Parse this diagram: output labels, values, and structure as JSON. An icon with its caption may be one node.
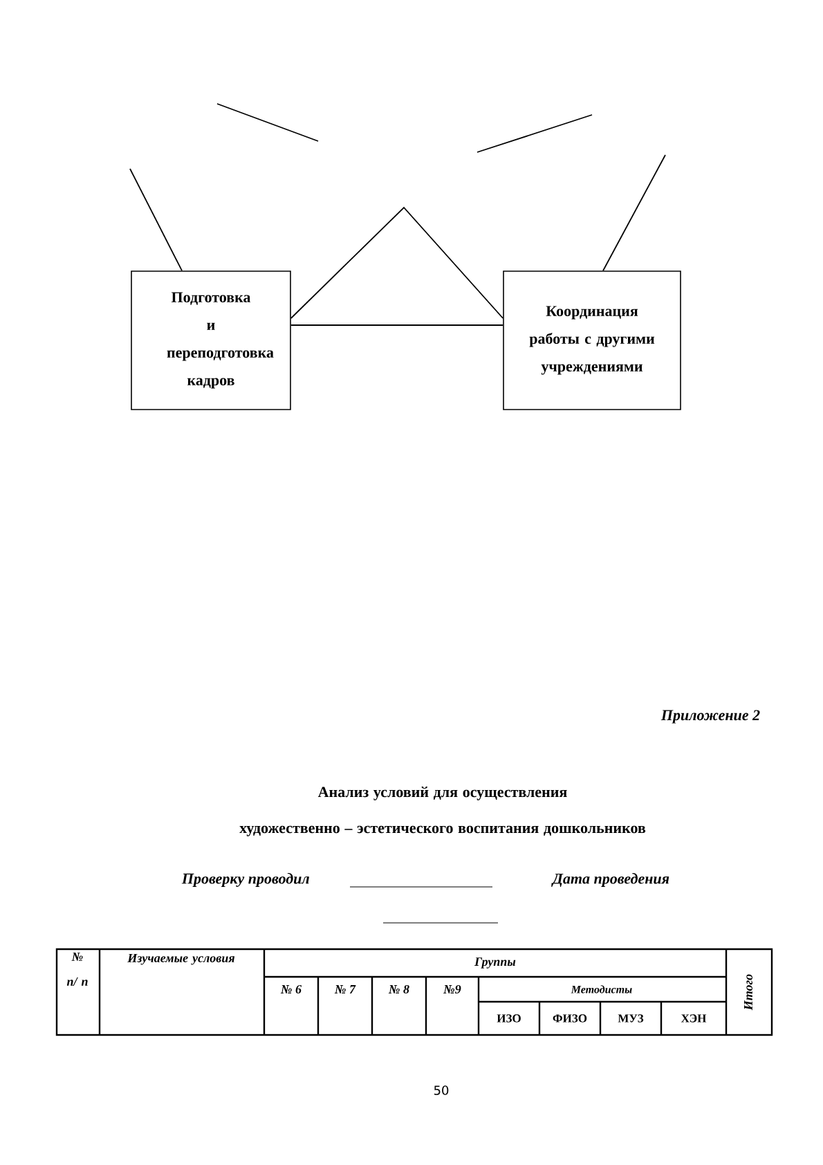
{
  "diagram": {
    "title": "Анализ условий для осуществления художественно – эстетического воспитания дошкольников",
    "nodes": [
      {
        "text": [
          "Подготовка и переподготовка кадров"
        ]
      },
      {
        "text": [
          "Координация работы с другими учреждениями"
        ]
      }
    ],
    "edges": [
      {
        "from": 0,
        "to": 1,
        "arrow": "none"
      },
      {
        "from": 0,
        "to": 1,
        "arrow": "none"
      },
      {
        "from": 0,
        "to": null,
        "arrow": "none"
      },
      {
        "from": 1,
        "to": null,
        "arrow": "none"
      }
    ],
    "labels": [
      "Приложение 2",
      "Проверку проводил",
      "Дата проведения",
      "№ п/ п",
      "Изучаемые условия",
      "Группы",
      "Итого",
      "№ 6",
      "№ 7",
      "№ 8",
      "№9",
      "Методисты",
      "ИЗО",
      "ФИЗО",
      "МУЗ",
      "ХЭН",
      "50"
    ]
  }
}
